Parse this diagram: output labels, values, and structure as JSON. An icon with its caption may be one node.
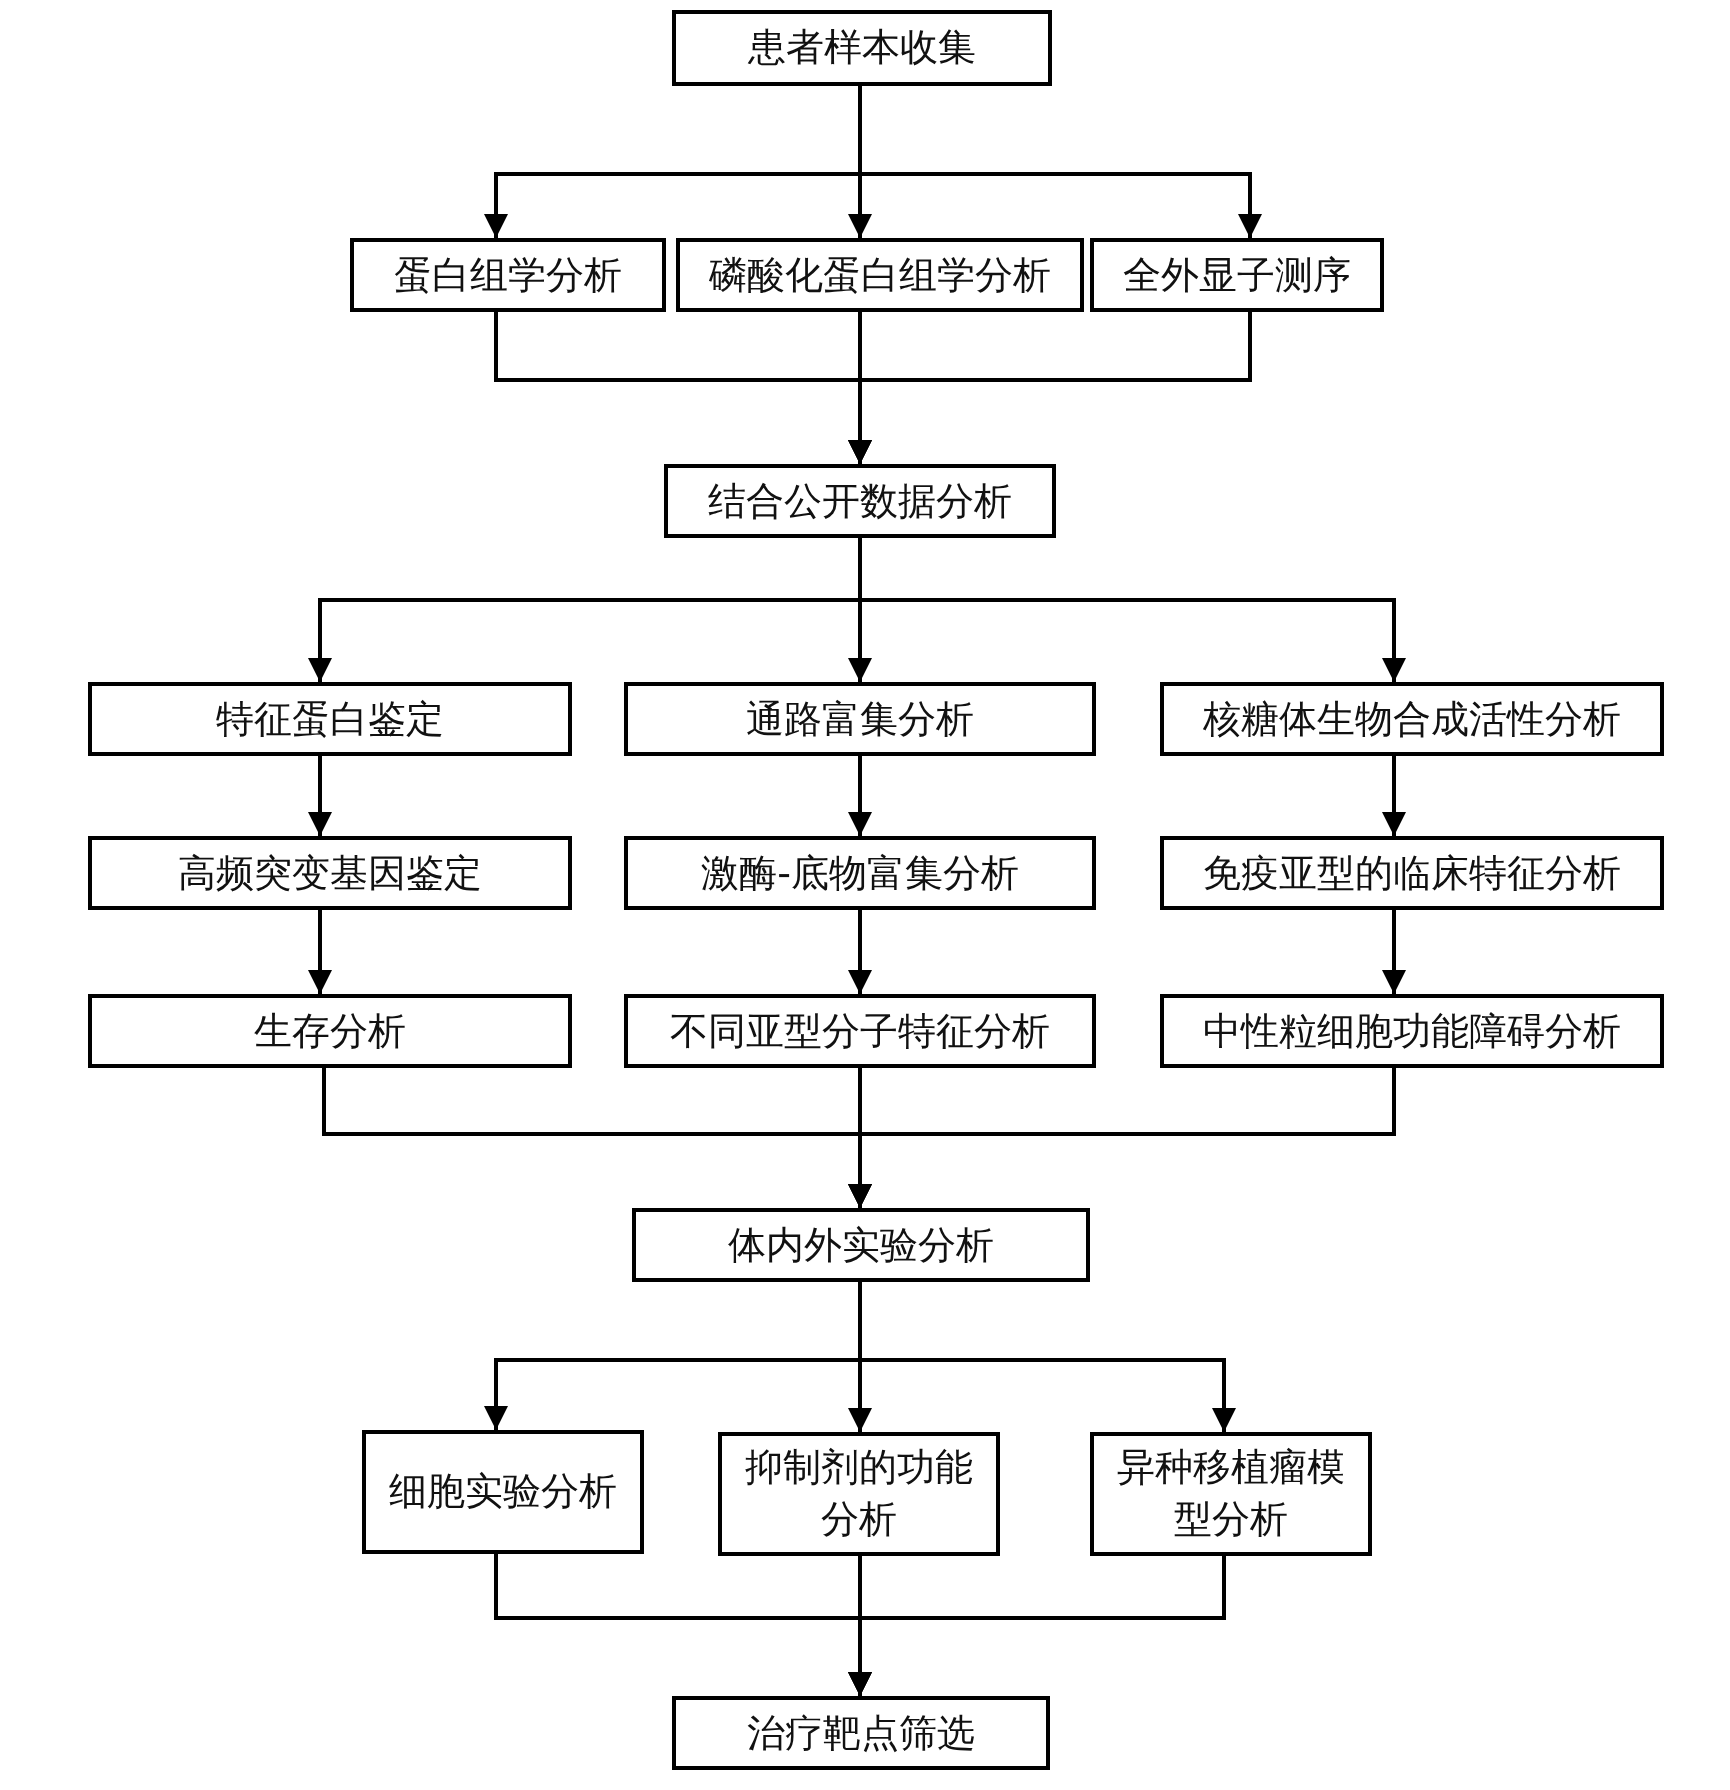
{
  "diagram": {
    "nodes": [
      {
        "text": [
          "患者样本收集"
        ]
      },
      {
        "text": [
          "蛋白组学分析"
        ]
      },
      {
        "text": [
          "磷酸化蛋白组学分析"
        ]
      },
      {
        "text": [
          "全外显子测序"
        ]
      },
      {
        "text": [
          "结合公开数据分析"
        ]
      },
      {
        "text": [
          "特征蛋白鉴定"
        ]
      },
      {
        "text": [
          "通路富集分析"
        ]
      },
      {
        "text": [
          "核糖体生物合成活性分析"
        ]
      },
      {
        "text": [
          "高频突变基因鉴定"
        ]
      },
      {
        "text": [
          "激酶-底物富集分析"
        ]
      },
      {
        "text": [
          "免疫亚型的临床特征分析"
        ]
      },
      {
        "text": [
          "生存分析"
        ]
      },
      {
        "text": [
          "不同亚型分子特征分析"
        ]
      },
      {
        "text": [
          "中性粒细胞功能障碍分析"
        ]
      },
      {
        "text": [
          "体内外实验分析"
        ]
      },
      {
        "text": [
          "细胞实验分析"
        ]
      },
      {
        "text": [
          "抑制剂的功能分析"
        ]
      },
      {
        "text": [
          "异种移植瘤模型分析"
        ]
      },
      {
        "text": [
          "治疗靶点筛选"
        ]
      }
    ],
    "edges": [
      {
        "from": 0,
        "to": 1,
        "arrow": "to"
      },
      {
        "from": 0,
        "to": 2,
        "arrow": "to"
      },
      {
        "from": 0,
        "to": 3,
        "arrow": "to"
      },
      {
        "from": 1,
        "to": 4,
        "arrow": "to"
      },
      {
        "from": 2,
        "to": 4,
        "arrow": "to"
      },
      {
        "from": 3,
        "to": 4,
        "arrow": "to"
      },
      {
        "from": 4,
        "to": 5,
        "arrow": "to"
      },
      {
        "from": 4,
        "to": 6,
        "arrow": "to"
      },
      {
        "from": 4,
        "to": 7,
        "arrow": "to"
      },
      {
        "from": 5,
        "to": 8,
        "arrow": "to"
      },
      {
        "from": 8,
        "to": 11,
        "arrow": "to"
      },
      {
        "from": 6,
        "to": 9,
        "arrow": "to"
      },
      {
        "from": 9,
        "to": 12,
        "arrow": "to"
      },
      {
        "from": 7,
        "to": 10,
        "arrow": "to"
      },
      {
        "from": 10,
        "to": 13,
        "arrow": "to"
      },
      {
        "from": 11,
        "to": 14,
        "arrow": "to"
      },
      {
        "from": 12,
        "to": 14,
        "arrow": "to"
      },
      {
        "from": 13,
        "to": 14,
        "arrow": "to"
      },
      {
        "from": 14,
        "to": 15,
        "arrow": "to"
      },
      {
        "from": 14,
        "to": 16,
        "arrow": "to"
      },
      {
        "from": 14,
        "to": 17,
        "arrow": "to"
      },
      {
        "from": 15,
        "to": 18,
        "arrow": "to"
      },
      {
        "from": 16,
        "to": 18,
        "arrow": "to"
      },
      {
        "from": 17,
        "to": 18,
        "arrow": "to"
      }
    ]
  }
}
